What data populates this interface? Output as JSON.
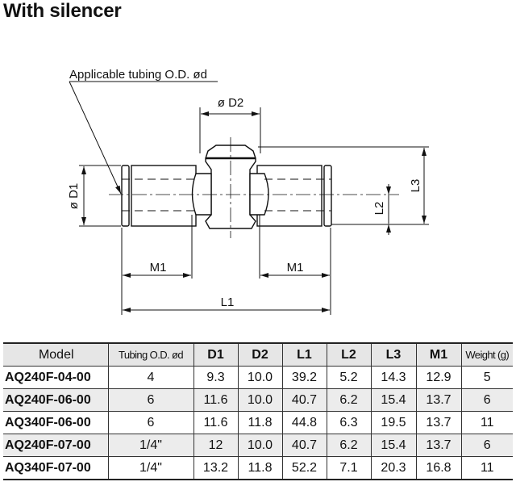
{
  "title": "With silencer",
  "drawing": {
    "callout": "Applicable tubing O.D. ød",
    "labels": {
      "d2": "ø D2",
      "d1": "ø D1",
      "l2": "L2",
      "l3": "L3",
      "m1_left": "M1",
      "m1_right": "M1",
      "l1": "L1"
    }
  },
  "table": {
    "headers": [
      "Model",
      "Tubing O.D. ød",
      "D1",
      "D2",
      "L1",
      "L2",
      "L3",
      "M1",
      "Weight (g)"
    ],
    "rows": [
      [
        "AQ240F-04-00",
        "4",
        "9.3",
        "10.0",
        "39.2",
        "5.2",
        "14.3",
        "12.9",
        "5"
      ],
      [
        "AQ240F-06-00",
        "6",
        "11.6",
        "10.0",
        "40.7",
        "6.2",
        "15.4",
        "13.7",
        "6"
      ],
      [
        "AQ340F-06-00",
        "6",
        "11.6",
        "11.8",
        "44.8",
        "6.3",
        "19.5",
        "13.7",
        "11"
      ],
      [
        "AQ240F-07-00",
        "1/4\"",
        "12",
        "10.0",
        "40.7",
        "6.2",
        "15.4",
        "13.7",
        "6"
      ],
      [
        "AQ340F-07-00",
        "1/4\"",
        "13.2",
        "11.8",
        "52.2",
        "7.1",
        "20.3",
        "16.8",
        "11"
      ]
    ]
  }
}
